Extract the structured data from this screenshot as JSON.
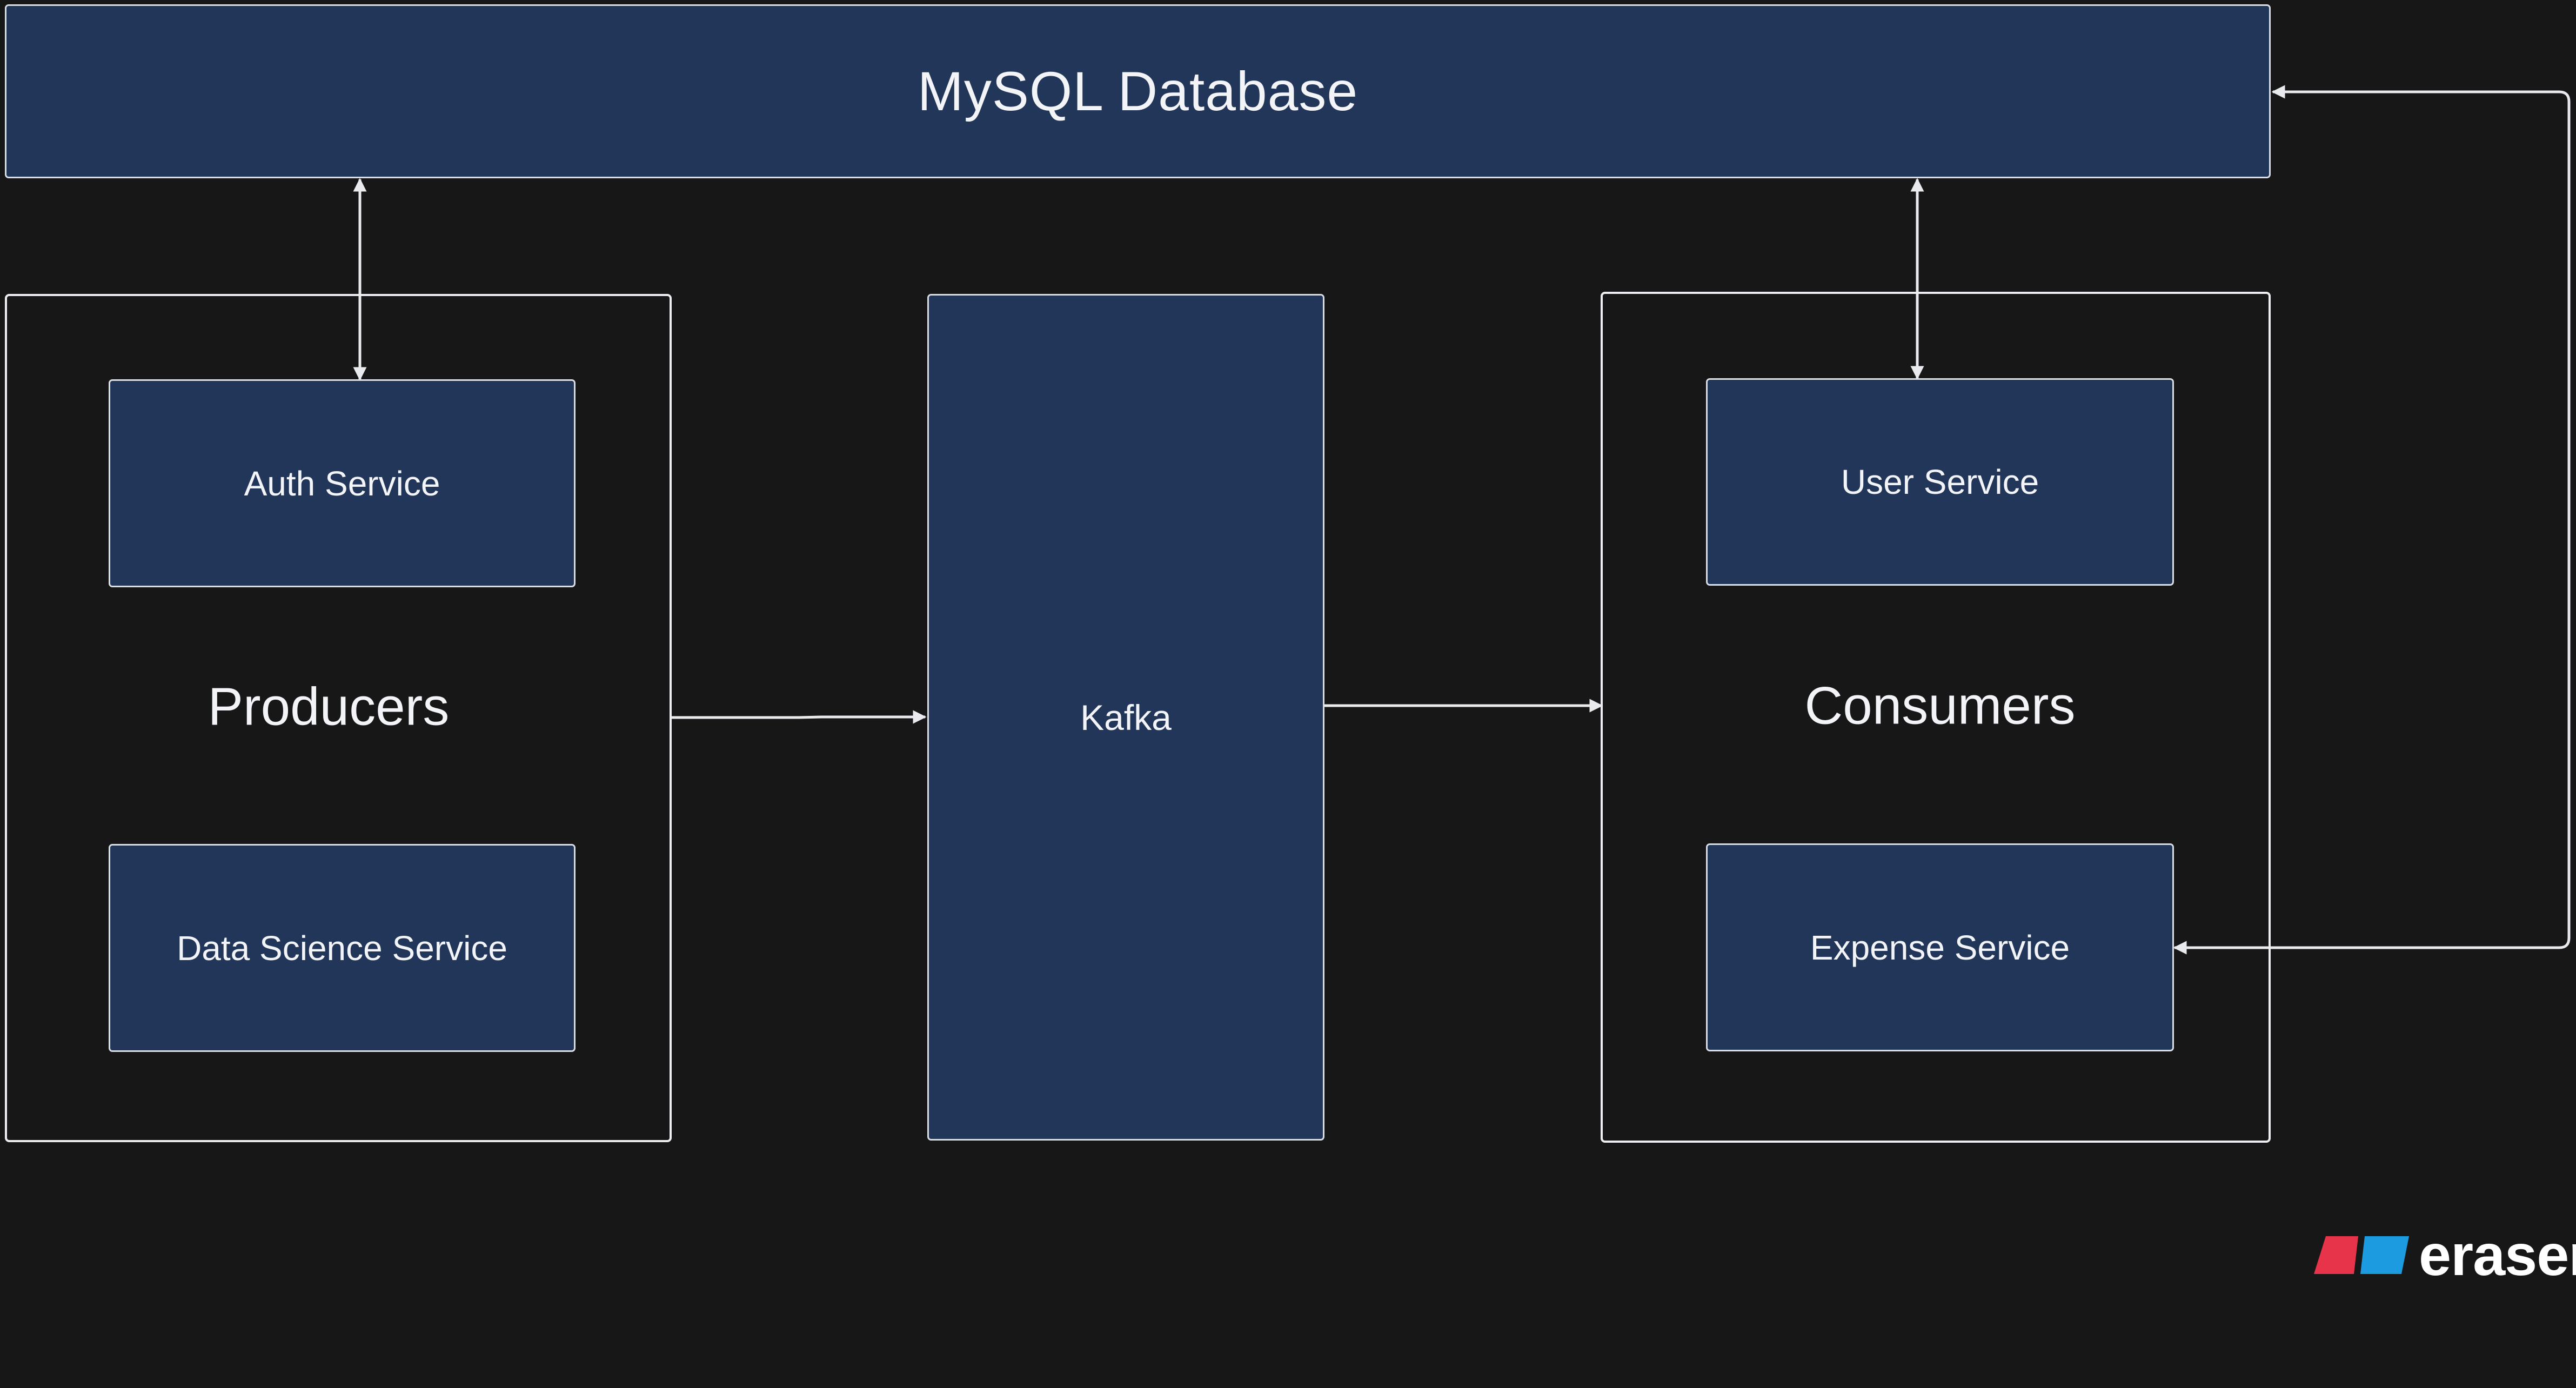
{
  "diagram": {
    "database_label": "MySQL Database",
    "producers": {
      "label": "Producers",
      "services": [
        "Auth Service",
        "Data Science Service"
      ]
    },
    "broker_label": "Kafka",
    "consumers": {
      "label": "Consumers",
      "services": [
        "User Service",
        "Expense Service"
      ]
    },
    "connections": [
      {
        "from": "Producers",
        "to": "Kafka"
      },
      {
        "from": "Kafka",
        "to": "Consumers"
      },
      {
        "from": "Auth Service",
        "to": "MySQL Database",
        "bidirectional": true
      },
      {
        "from": "User Service",
        "to": "MySQL Database",
        "bidirectional": true
      },
      {
        "from": "MySQL Database",
        "to": "Expense Service"
      }
    ]
  },
  "branding": {
    "logo_text": "eraser",
    "logo_colors": {
      "left": "#E8344A",
      "right": "#1D9BE0"
    }
  },
  "colors": {
    "background": "#171717",
    "node_fill": "#223659",
    "line": "#E8EAED"
  }
}
